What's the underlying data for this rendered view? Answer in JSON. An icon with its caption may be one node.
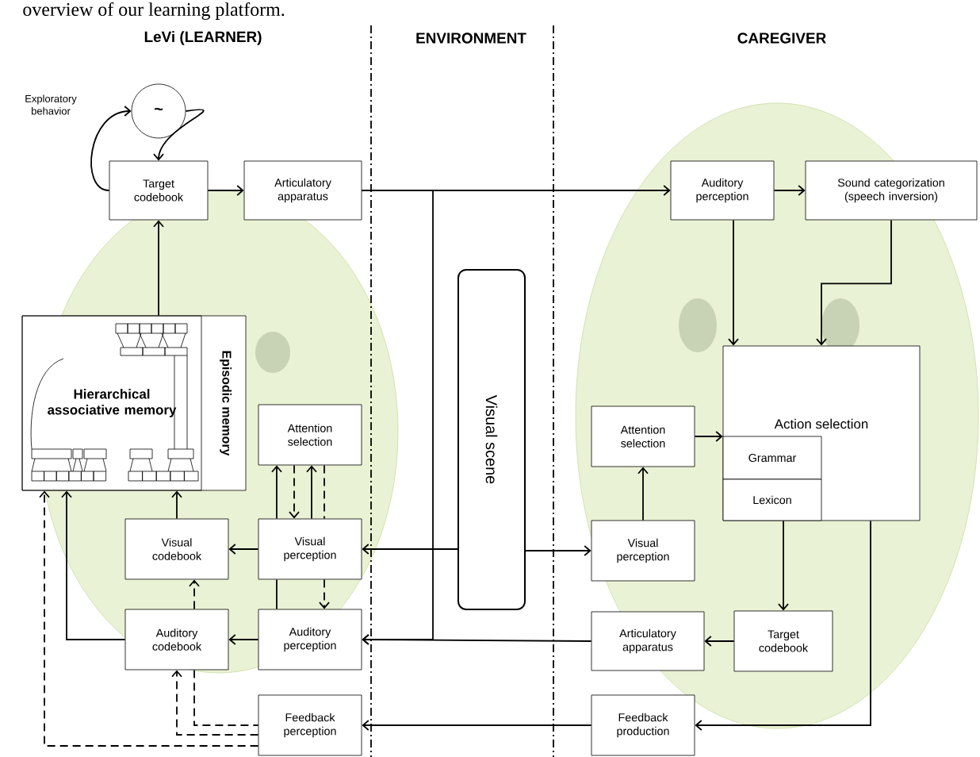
{
  "diagram": {
    "caption": "overview of our learning platform.",
    "nodes": [
      {
        "text": [
          "~"
        ]
      },
      {
        "text": [
          "Target codebook"
        ]
      },
      {
        "text": [
          "Articulatory apparatus"
        ]
      },
      {
        "text": [
          "Episodic memory"
        ]
      },
      {
        "text": [
          "Hierarchical associative memory"
        ],
        "in": 3
      },
      {
        "text": [
          "Attention selection"
        ]
      },
      {
        "text": [
          "Visual codebook"
        ]
      },
      {
        "text": [
          "Visual perception"
        ]
      },
      {
        "text": [
          "Auditory codebook"
        ]
      },
      {
        "text": [
          "Auditory perception"
        ]
      },
      {
        "text": [
          "Feedback perception"
        ]
      },
      {
        "text": [
          "Visual scene"
        ]
      },
      {
        "text": [
          "Auditory perception"
        ]
      },
      {
        "text": [
          "Sound categorization (speech inversion)"
        ]
      },
      {
        "text": [
          "Action selection"
        ]
      },
      {
        "text": [
          "Grammar"
        ],
        "in": 14
      },
      {
        "text": [
          "Lexicon"
        ],
        "in": 14
      },
      {
        "text": [
          "Attention selection"
        ]
      },
      {
        "text": [
          "Visual perception"
        ]
      },
      {
        "text": [
          "Articulatory apparatus"
        ]
      },
      {
        "text": [
          "Target codebook"
        ]
      },
      {
        "text": [
          "Feedback production"
        ]
      }
    ],
    "edges": [
      {
        "from": 1,
        "to": 0,
        "arrow": "to",
        "label": "Exploratory behavior"
      },
      {
        "from": 0,
        "to": 1,
        "arrow": "to"
      },
      {
        "from": 1,
        "to": 2,
        "arrow": "to"
      },
      {
        "from": 4,
        "to": 1,
        "arrow": "to"
      },
      {
        "from": 2,
        "to": 12,
        "arrow": "to"
      },
      {
        "from": 2,
        "to": 9,
        "arrow": "to"
      },
      {
        "from": 19,
        "to": 9,
        "arrow": "to"
      },
      {
        "from": 12,
        "to": 13,
        "arrow": "to"
      },
      {
        "from": 12,
        "to": 14,
        "arrow": "to"
      },
      {
        "from": 13,
        "to": 14,
        "arrow": "to"
      },
      {
        "from": 11,
        "to": 7,
        "arrow": "to"
      },
      {
        "from": 11,
        "to": 18,
        "arrow": "to"
      },
      {
        "from": 17,
        "to": 14,
        "arrow": "to"
      },
      {
        "from": 18,
        "to": 17,
        "arrow": "to"
      },
      {
        "from": 14,
        "to": 20,
        "arrow": "to"
      },
      {
        "from": 20,
        "to": 19,
        "arrow": "to"
      },
      {
        "from": 14,
        "to": 21,
        "arrow": "to"
      },
      {
        "from": 21,
        "to": 10,
        "arrow": "to"
      },
      {
        "from": 9,
        "to": 7,
        "arrow": "none"
      },
      {
        "from": 7,
        "to": 5,
        "arrow": "to"
      },
      {
        "from": 7,
        "to": 5,
        "arrow": "to"
      },
      {
        "from": 5,
        "to": 7,
        "arrow": "to",
        "style": "dashed"
      },
      {
        "from": 5,
        "to": 7,
        "arrow": "none",
        "style": "dashed"
      },
      {
        "from": 7,
        "to": 9,
        "arrow": "to",
        "style": "dashed"
      },
      {
        "from": 7,
        "to": 6,
        "arrow": "to"
      },
      {
        "from": 9,
        "to": 8,
        "arrow": "to"
      },
      {
        "from": 8,
        "to": 6,
        "arrow": "to",
        "style": "dashed"
      },
      {
        "from": 6,
        "to": 4,
        "arrow": "to"
      },
      {
        "from": 8,
        "to": 4,
        "arrow": "to"
      },
      {
        "from": 8,
        "to": 10,
        "arrow": "none",
        "style": "dashed"
      },
      {
        "from": 10,
        "to": 8,
        "arrow": "to",
        "style": "dashed"
      },
      {
        "from": 10,
        "to": 4,
        "arrow": "to",
        "style": "dashed"
      }
    ],
    "labels": [
      "LeVi (LEARNER)",
      "ENVIRONMENT",
      "CAREGIVER"
    ]
  }
}
